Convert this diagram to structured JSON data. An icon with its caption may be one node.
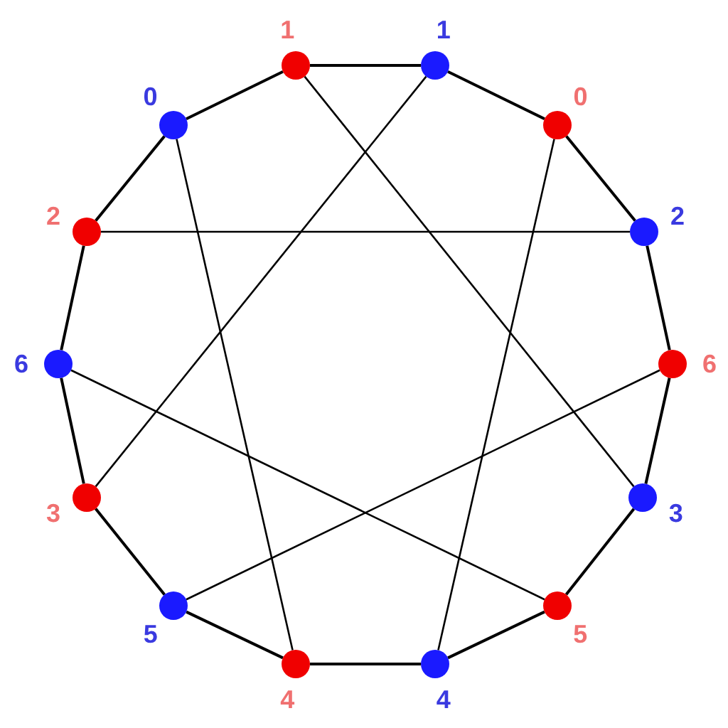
{
  "diagram": {
    "nodes": [
      {
        "text": [
          "1"
        ]
      },
      {
        "text": [
          "1"
        ]
      },
      {
        "text": [
          "0"
        ]
      },
      {
        "text": [
          "2"
        ]
      },
      {
        "text": [
          "6"
        ]
      },
      {
        "text": [
          "3"
        ]
      },
      {
        "text": [
          "5"
        ]
      },
      {
        "text": [
          "4"
        ]
      },
      {
        "text": [
          "4"
        ]
      },
      {
        "text": [
          "5"
        ]
      },
      {
        "text": [
          "3"
        ]
      },
      {
        "text": [
          "6"
        ]
      },
      {
        "text": [
          "2"
        ]
      },
      {
        "text": [
          "0"
        ]
      }
    ],
    "edges": [
      {
        "from": 0,
        "to": 1,
        "arrow": "none"
      },
      {
        "from": 1,
        "to": 2,
        "arrow": "none"
      },
      {
        "from": 2,
        "to": 3,
        "arrow": "none"
      },
      {
        "from": 3,
        "to": 4,
        "arrow": "none"
      },
      {
        "from": 4,
        "to": 5,
        "arrow": "none"
      },
      {
        "from": 5,
        "to": 6,
        "arrow": "none"
      },
      {
        "from": 6,
        "to": 7,
        "arrow": "none"
      },
      {
        "from": 7,
        "to": 8,
        "arrow": "none"
      },
      {
        "from": 8,
        "to": 9,
        "arrow": "none"
      },
      {
        "from": 9,
        "to": 10,
        "arrow": "none"
      },
      {
        "from": 10,
        "to": 11,
        "arrow": "none"
      },
      {
        "from": 11,
        "to": 12,
        "arrow": "none"
      },
      {
        "from": 12,
        "to": 13,
        "arrow": "none"
      },
      {
        "from": 13,
        "to": 0,
        "arrow": "none"
      },
      {
        "from": 0,
        "to": 5,
        "arrow": "none"
      },
      {
        "from": 1,
        "to": 10,
        "arrow": "none"
      },
      {
        "from": 2,
        "to": 7,
        "arrow": "none"
      },
      {
        "from": 13,
        "to": 8,
        "arrow": "none"
      },
      {
        "from": 12,
        "to": 3,
        "arrow": "none"
      },
      {
        "from": 11,
        "to": 6,
        "arrow": "none"
      },
      {
        "from": 4,
        "to": 9,
        "arrow": "none"
      }
    ]
  }
}
